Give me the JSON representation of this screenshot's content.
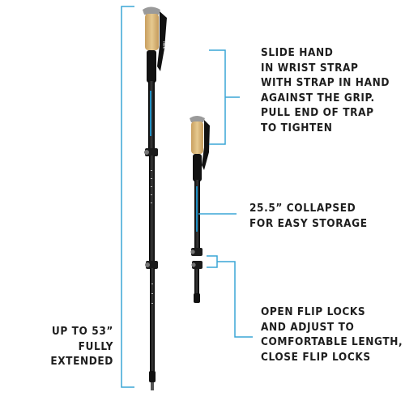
{
  "callouts": {
    "wrist_strap": "SLIDE HAND\nIN WRIST STRAP\nWITH STRAP IN HAND\nAGAINST THE GRIP.\nPULL END OF TRAP\nTO TIGHTEN",
    "collapsed": "25.5” COLLAPSED\nFOR EASY STORAGE",
    "flip_locks": "OPEN FLIP LOCKS\nAND ADJUST TO\nCOMFORTABLE LENGTH,\nCLOSE FLIP LOCKS",
    "extended": "UP TO 53”\nFULLY\nEXTENDED"
  },
  "colors": {
    "bracket": "#3aa6d6",
    "shaft": "#1a1a1a",
    "cork": "#d9b77e",
    "accent": "#1f8fc4",
    "text": "#1e1e1e"
  }
}
